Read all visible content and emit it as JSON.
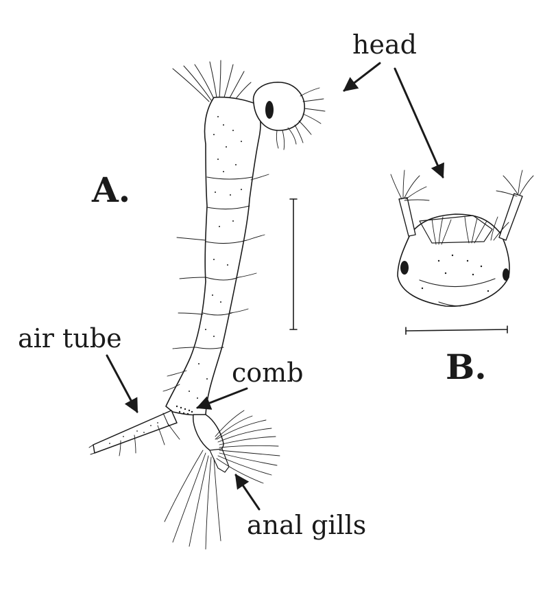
{
  "figure": {
    "panel_a_label": "A.",
    "panel_b_label": "B.",
    "callouts": {
      "head": "head",
      "air_tube": "air tube",
      "comb": "comb",
      "anal_gills": "anal gills"
    }
  },
  "colors": {
    "ink": "#1a1a1a",
    "background": "#ffffff"
  }
}
